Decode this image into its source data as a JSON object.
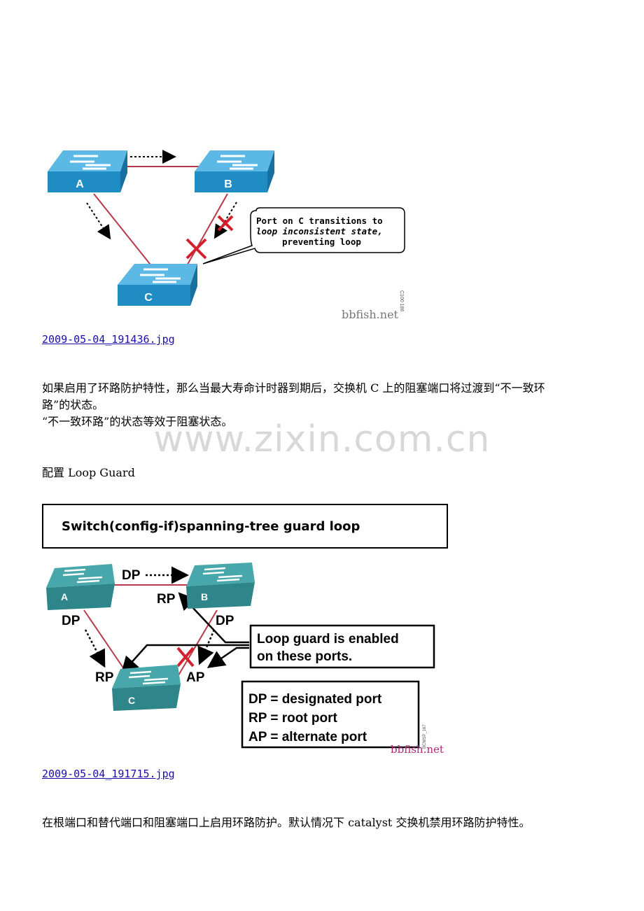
{
  "figure1": {
    "switch_labels": [
      "A",
      "B",
      "C"
    ],
    "callout_lines": [
      "Port on C transitions to",
      "loop inconsistent state,",
      "preventing loop"
    ],
    "callout_italic_words": "loop inconsistent",
    "side_code": "C100 186",
    "brand": "bbfish.net"
  },
  "caption1": "2009-05-04_191436.jpg",
  "paragraph1_lines": [
    "如果启用了环路防护特性，那么当最大寿命计时器到期后，交换机 C 上的阻塞端口将过渡到“不一致环",
    "路”的状态。",
    "“不一致环路”的状态等效于阻塞状态。"
  ],
  "watermark": "www.zixin.com.cn",
  "heading_config": "配置 Loop Guard",
  "figure2": {
    "command": "Switch(config-if)spanning-tree guard loop",
    "switch_labels": [
      "A",
      "B",
      "C"
    ],
    "port_labels": [
      "DP",
      "RP",
      "DP",
      "DP",
      "RP",
      "AP"
    ],
    "callout_lines": [
      "Loop guard is enabled",
      "on these ports."
    ],
    "legend_lines": [
      "DP = designated port",
      "RP = root port",
      "AP = alternate port"
    ],
    "side_code": "BCMSP_167",
    "brand": "bbfish.net"
  },
  "caption2": "2009-05-04_191715.jpg",
  "paragraph2": "在根端口和替代端口和阻塞端口上启用环路防护。默认情况下 catalyst 交换机禁用环路防护特性。",
  "colors": {
    "switch_top": "#3ea6d8",
    "switch_side": "#1c7fb4",
    "switch2_top": "#3d9b9f",
    "switch2_side": "#2b7a7e",
    "link": "#b83a4a",
    "x_mark": "#d4202c"
  }
}
